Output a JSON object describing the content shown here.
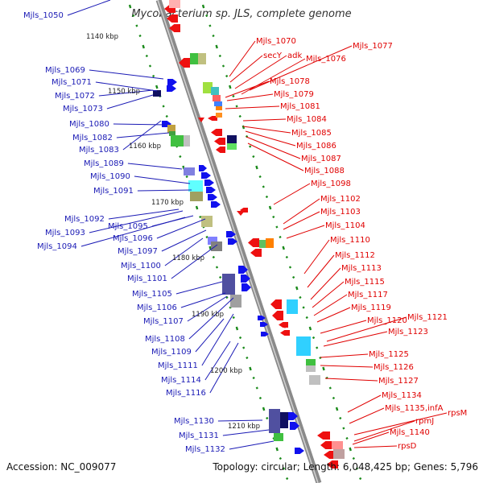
{
  "title": "Mycobacterium sp. JLS, complete genome",
  "footer": {
    "accession": "Accession: NC_009077",
    "summary": "Topology: circular; Length: 6,048,425 bp; Genes: 5,796"
  },
  "colors": {
    "forward_label": "#1a1ab5",
    "reverse_label": "#e00000",
    "backbone": "#8a8a8a",
    "tick": "#1a8a1a",
    "forward_gene": "#1010ee",
    "reverse_gene": "#ee1010"
  },
  "kbp_ticks": [
    "1140 kbp",
    "1150 kbp",
    "1160 kbp",
    "1170 kbp",
    "1180 kbp",
    "1190 kbp",
    "1200 kbp",
    "1210 kbp"
  ],
  "left_labels": [
    "Mjls_1050",
    "Mjls_1069",
    "Mjls_1071",
    "Mjls_1072",
    "Mjls_1073",
    "Mjls_1080",
    "Mjls_1082",
    "Mjls_1083",
    "Mjls_1089",
    "Mjls_1090",
    "Mjls_1091",
    "Mjls_1092",
    "Mjls_1095",
    "Mjls_1093",
    "Mjls_1096",
    "Mjls_1094",
    "Mjls_1097",
    "Mjls_1100",
    "Mjls_1101",
    "Mjls_1105",
    "Mjls_1106",
    "Mjls_1107",
    "Mjls_1108",
    "Mjls_1109",
    "Mjls_1111",
    "Mjls_1114",
    "Mjls_1116",
    "Mjls_1130",
    "Mjls_1131",
    "Mjls_1132"
  ],
  "right_labels": [
    "Mjls_1070",
    "Mjls_1077",
    "secY",
    "adk",
    "Mjls_1076",
    "Mjls_1078",
    "Mjls_1079",
    "Mjls_1081",
    "Mjls_1084",
    "Mjls_1085",
    "Mjls_1086",
    "Mjls_1087",
    "Mjls_1088",
    "Mjls_1098",
    "Mjls_1102",
    "Mjls_1103",
    "Mjls_1104",
    "Mjls_1110",
    "Mjls_1112",
    "Mjls_1113",
    "Mjls_1115",
    "Mjls_1117",
    "Mjls_1119",
    "Mjls_1121",
    "Mjls_1120",
    "Mjls_1123",
    "Mjls_1125",
    "Mjls_1126",
    "Mjls_1127",
    "Mjls_1134",
    "Mjls_1135,infA",
    "rpsM",
    "rpmJ",
    "Mjls_1140",
    "rpsD"
  ]
}
